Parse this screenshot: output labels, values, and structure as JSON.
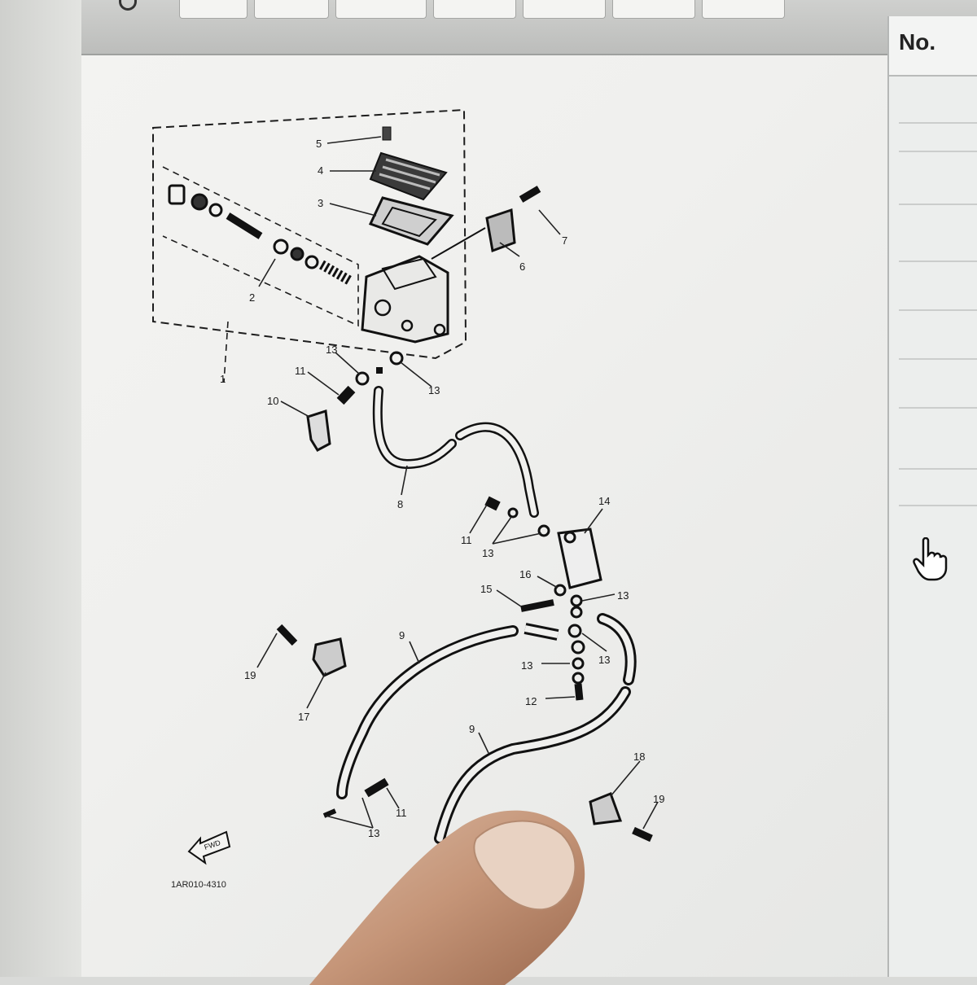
{
  "table": {
    "column_header": "No."
  },
  "diagram": {
    "callouts": [
      "5",
      "4",
      "3",
      "2",
      "1",
      "6",
      "7",
      "13",
      "11",
      "10",
      "13",
      "8",
      "11",
      "13",
      "14",
      "16",
      "15",
      "13",
      "9",
      "19",
      "17",
      "13",
      "13",
      "12",
      "9",
      "18",
      "19",
      "11",
      "13"
    ],
    "fwd_label": "FWD",
    "part_code": "1AR010-4310"
  },
  "icons": [
    "pointer-hand-icon"
  ]
}
